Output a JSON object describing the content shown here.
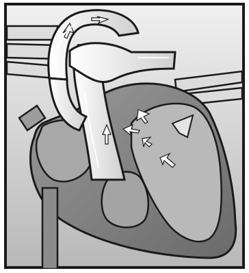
{
  "figure": {
    "kind": "illustration",
    "subject": "heart",
    "style": "grayscale",
    "frame": "black border",
    "has_text": false
  },
  "icons": [
    "flow-arrow-icon"
  ],
  "colors": {
    "outline": "#1a1a1a",
    "frame_background": "#d8d8d8",
    "vessel_fill": "#e6e6e6",
    "heart_wall": "#8f8f8f",
    "heart_shadow": "#6f6f6f",
    "chamber_fill": "#bdbdbd",
    "arrow_fill": "#ffffff"
  }
}
